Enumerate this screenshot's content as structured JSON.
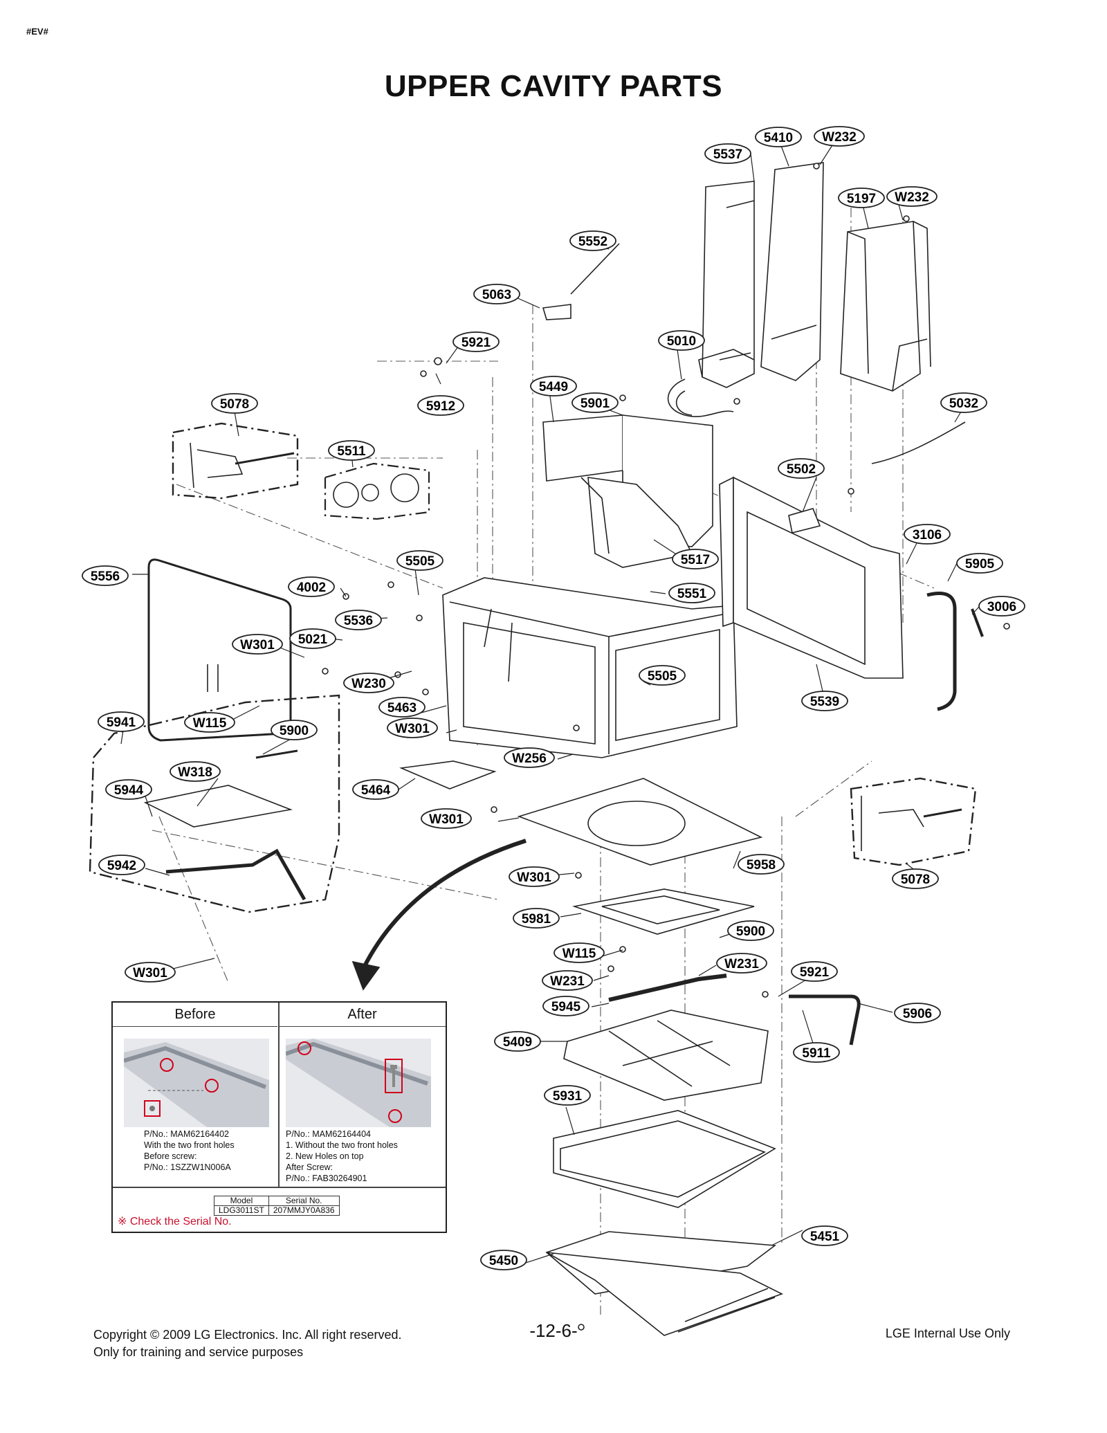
{
  "header": {
    "corner_tag": "#EV#",
    "title": "UPPER CAVITY PARTS"
  },
  "diagram": {
    "callouts": [
      "5537",
      "5410",
      "W232",
      "5197",
      "W232",
      "5552",
      "5063",
      "5921",
      "5010",
      "5912",
      "5449",
      "5901",
      "5078",
      "5032",
      "5511",
      "5502",
      "3106",
      "5556",
      "5505",
      "5517",
      "5905",
      "4002",
      "5551",
      "3006",
      "5536",
      "5021",
      "W301",
      "W230",
      "5505",
      "5539",
      "5463",
      "5941",
      "W115",
      "5900",
      "W301",
      "W318",
      "W256",
      "5944",
      "5464",
      "W301",
      "5958",
      "5942",
      "W301",
      "5078",
      "5981",
      "5900",
      "W115",
      "W231",
      "W231",
      "5921",
      "5945",
      "5906",
      "5409",
      "5911",
      "5931",
      "5451",
      "5450",
      "W301"
    ]
  },
  "inset": {
    "before": {
      "heading": "Before",
      "note": "P/No.: MAM62164402\nWith the two front holes\nBefore screw:\nP/No.: 1SZZW1N006A"
    },
    "after": {
      "heading": "After",
      "note": "P/No.: MAM62164404\n1. Without the two front holes\n2. New Holes on top\nAfter Screw:\nP/No.: FAB30264901"
    },
    "serial_table": {
      "headers": [
        "Model",
        "Serial No."
      ],
      "row": [
        "LDG3011ST",
        "207MMJY0A836"
      ]
    },
    "check_note": "※ Check the Serial No."
  },
  "footer": {
    "copyright_line1": "Copyright © 2009 LG Electronics. Inc. All right reserved.",
    "copyright_line2": "Only for training and service purposes",
    "page_number": "-12-6-",
    "internal": "LGE Internal Use Only"
  }
}
